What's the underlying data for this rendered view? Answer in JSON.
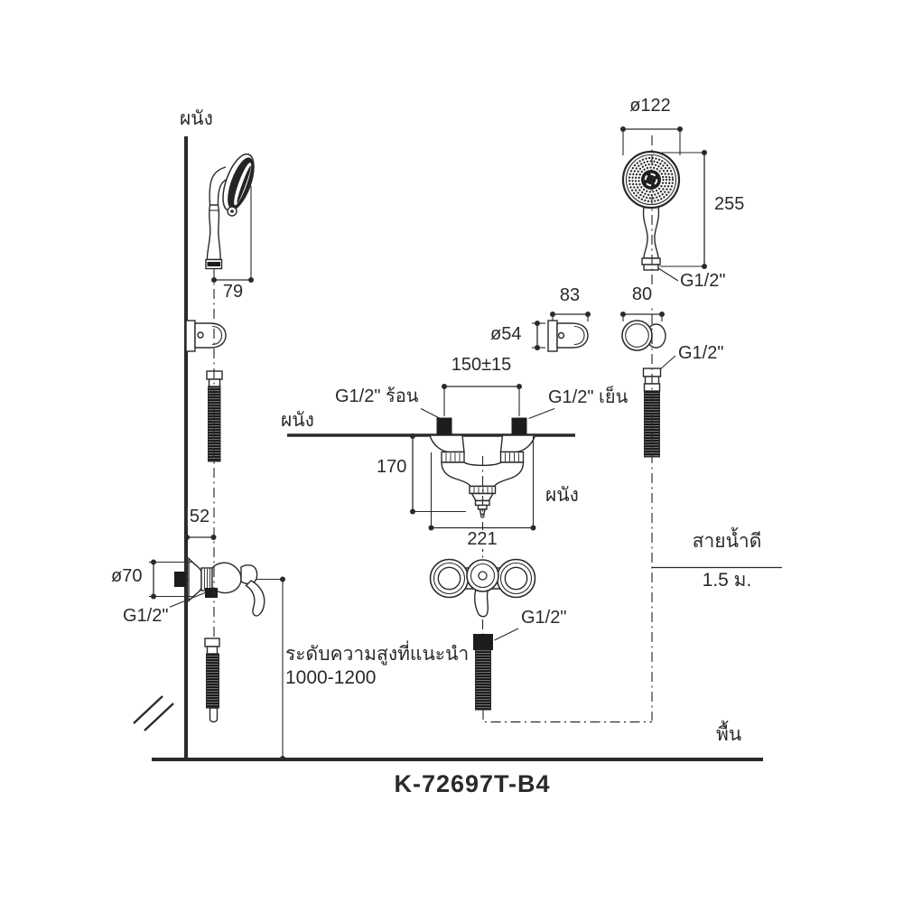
{
  "drawing": {
    "product_code": "K-72697T-B4",
    "ink_color": "#2a2a2a",
    "labels": {
      "wall_top": "ผนัง",
      "wall_center_left": "ผนัง",
      "wall_center_right": "ผนัง",
      "floor": "พื้น",
      "height_note_line1": "ระดับความสูงที่แนะนำ",
      "height_note_line2": "1000-1200",
      "supply_hose_name": "สายน้ำดี",
      "supply_hose_length": "1.5 ม."
    },
    "connections": {
      "handshower": "G1/2\"",
      "hose_top": "G1/2\"",
      "hot_inlet": "G1/2\" ร้อน",
      "cold_inlet": "G1/2\" เย็น",
      "valve_outlet": "G1/2\"",
      "mixer_outlet": "G1/2\""
    },
    "dimensions": {
      "handshower_head_width": "79",
      "handshower_diameter": "ø122",
      "handshower_length": "255",
      "bracket_depth": "83",
      "bracket_diameter": "ø54",
      "bracket_width": "80",
      "inlet_spacing": "150±15",
      "mixer_depth": "170",
      "mixer_width": "221",
      "valve_center_offset": "52",
      "escutcheon_diameter": "ø70"
    }
  }
}
